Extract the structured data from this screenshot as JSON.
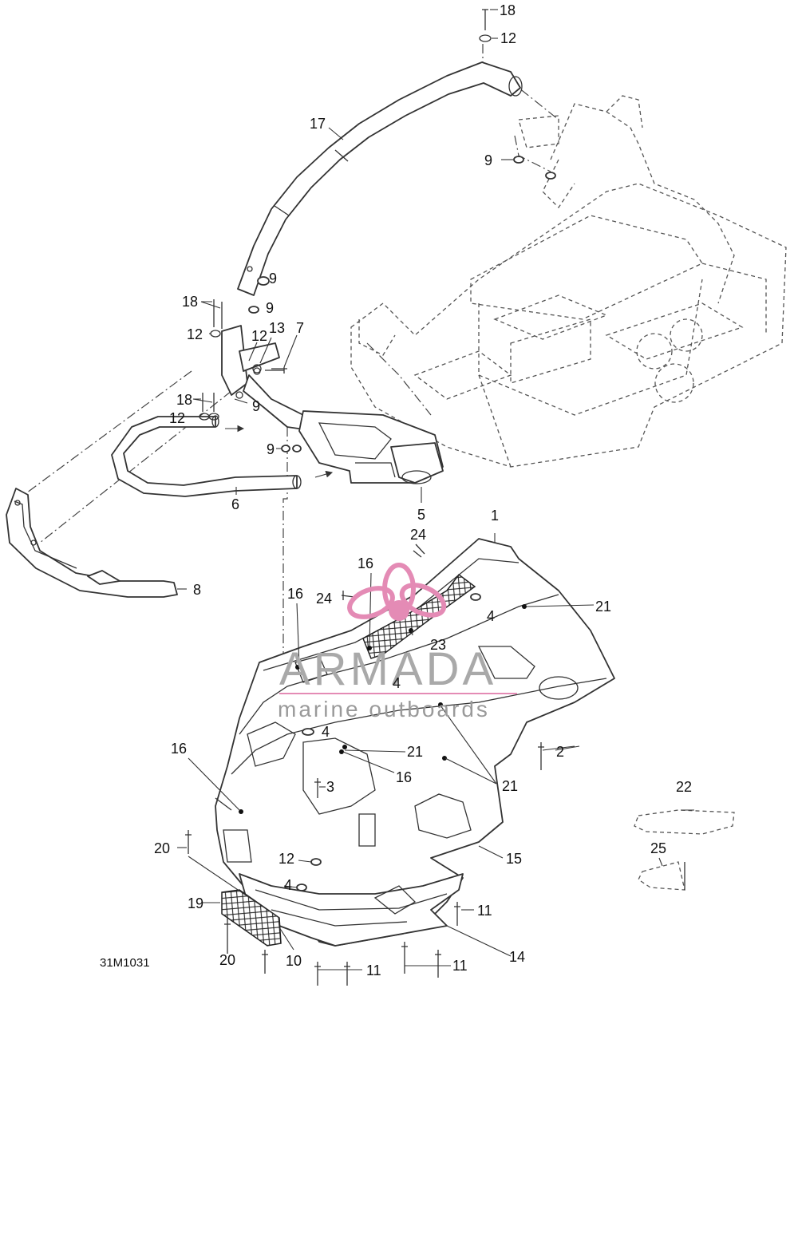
{
  "diagram": {
    "drawing_code": "31M1031",
    "watermark": {
      "brand": "ARMADA",
      "tagline": "marine outboards",
      "logo_color": "#e48bb5"
    },
    "callouts": [
      {
        "id": "c18a",
        "label": "18"
      },
      {
        "id": "c12a",
        "label": "12"
      },
      {
        "id": "c17",
        "label": "17"
      },
      {
        "id": "c9a",
        "label": "9"
      },
      {
        "id": "c9b",
        "label": "9"
      },
      {
        "id": "c9c",
        "label": "9"
      },
      {
        "id": "c18b",
        "label": "18"
      },
      {
        "id": "c12b",
        "label": "12"
      },
      {
        "id": "c12c",
        "label": "12"
      },
      {
        "id": "c13",
        "label": "13"
      },
      {
        "id": "c7",
        "label": "7"
      },
      {
        "id": "c18c",
        "label": "18"
      },
      {
        "id": "c9d",
        "label": "9"
      },
      {
        "id": "c12d",
        "label": "12"
      },
      {
        "id": "c9e",
        "label": "9"
      },
      {
        "id": "c6",
        "label": "6"
      },
      {
        "id": "c5",
        "label": "5"
      },
      {
        "id": "c8",
        "label": "8"
      },
      {
        "id": "c1",
        "label": "1"
      },
      {
        "id": "c24a",
        "label": "24"
      },
      {
        "id": "c16a",
        "label": "16"
      },
      {
        "id": "c16b",
        "label": "16"
      },
      {
        "id": "c24b",
        "label": "24"
      },
      {
        "id": "c4a",
        "label": "4"
      },
      {
        "id": "c21a",
        "label": "21"
      },
      {
        "id": "c23",
        "label": "23"
      },
      {
        "id": "c4b",
        "label": "4"
      },
      {
        "id": "c4c",
        "label": "4"
      },
      {
        "id": "c21b",
        "label": "21"
      },
      {
        "id": "c2",
        "label": "2"
      },
      {
        "id": "c16c",
        "label": "16"
      },
      {
        "id": "c16d",
        "label": "16"
      },
      {
        "id": "c21c",
        "label": "21"
      },
      {
        "id": "c3",
        "label": "3"
      },
      {
        "id": "c22",
        "label": "22"
      },
      {
        "id": "c25",
        "label": "25"
      },
      {
        "id": "c20a",
        "label": "20"
      },
      {
        "id": "c12e",
        "label": "12"
      },
      {
        "id": "c15",
        "label": "15"
      },
      {
        "id": "c4d",
        "label": "4"
      },
      {
        "id": "c19",
        "label": "19"
      },
      {
        "id": "c11a",
        "label": "11"
      },
      {
        "id": "c14",
        "label": "14"
      },
      {
        "id": "c20b",
        "label": "20"
      },
      {
        "id": "c10",
        "label": "10"
      },
      {
        "id": "c11b",
        "label": "11"
      },
      {
        "id": "c11c",
        "label": "11"
      }
    ]
  }
}
